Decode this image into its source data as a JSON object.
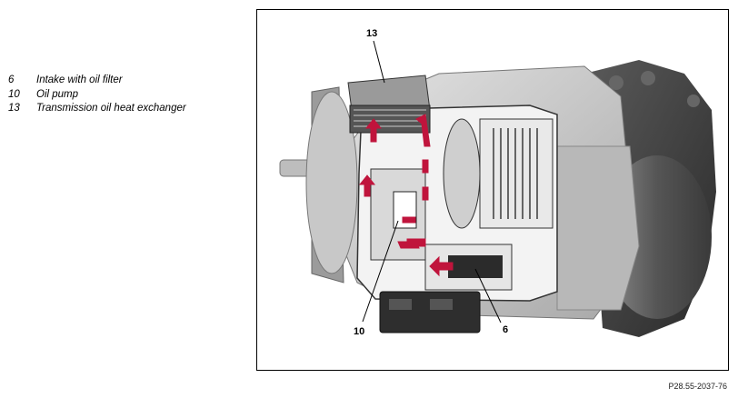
{
  "legend": {
    "items": [
      {
        "num": "6",
        "label": "Intake with oil filter"
      },
      {
        "num": "10",
        "label": "Oil pump"
      },
      {
        "num": "13",
        "label": "Transmission oil heat exchanger"
      }
    ]
  },
  "figure": {
    "callouts": {
      "c13": "13",
      "c10": "10",
      "c6": "6"
    },
    "code": "P28.55-2037-76"
  },
  "colors": {
    "oil_flow": "#c0143c",
    "housing_light": "#d6d6d6",
    "housing_mid": "#9a9a9a",
    "housing_dark": "#3c3c3c"
  }
}
